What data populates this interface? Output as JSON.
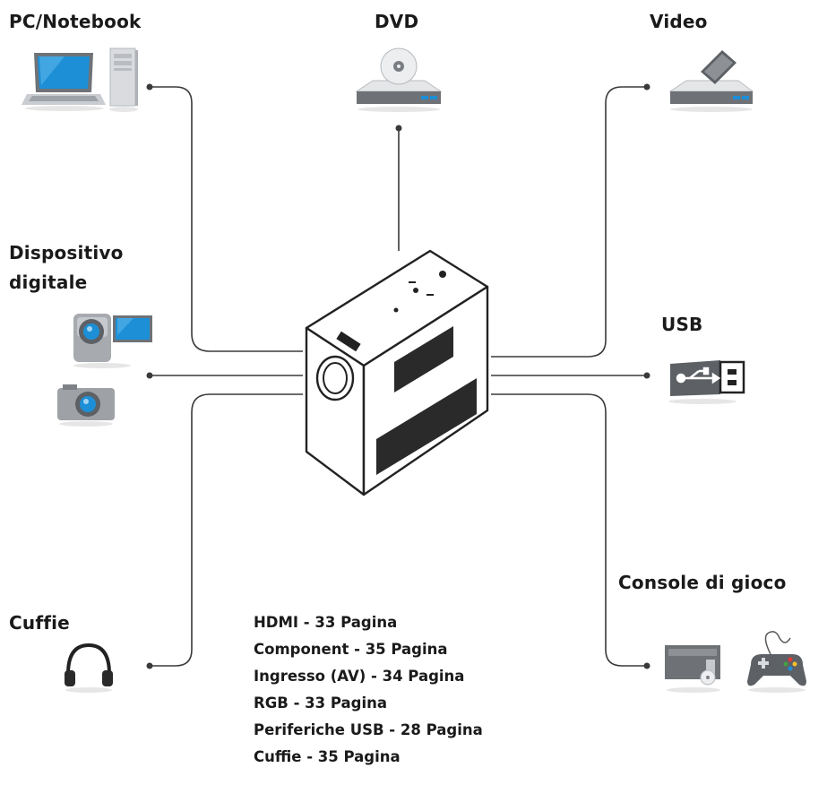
{
  "devices": {
    "pc": "PC/Notebook",
    "dvd": "DVD",
    "video": "Video",
    "digital_line1": "Dispositivo",
    "digital_line2": "digitale",
    "usb": "USB",
    "headphones": "Cuffie",
    "console": "Console di gioco"
  },
  "page_refs": [
    "HDMI - 33 Pagina",
    "Component - 35 Pagina",
    "Ingresso (AV) - 34 Pagina",
    "RGB - 33 Pagina",
    "Periferiche USB - 28 Pagina",
    "Cuffie - 35 Pagina"
  ],
  "colors": {
    "wire": "#3a3a3a",
    "screen_blue": "#1d8fd6",
    "device_grey": "#9aa0a6"
  }
}
